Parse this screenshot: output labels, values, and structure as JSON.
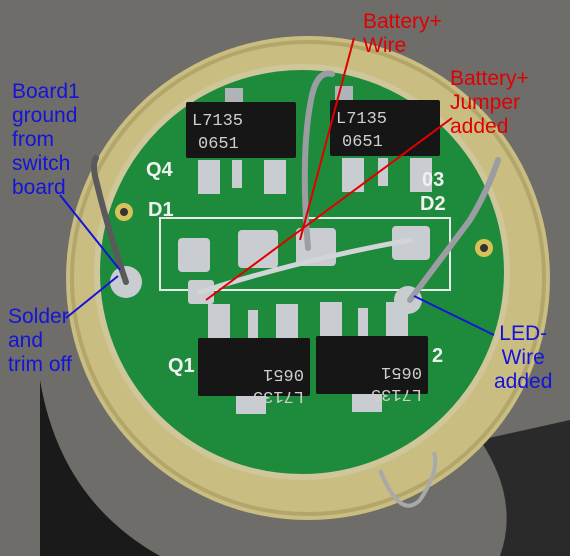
{
  "image": {
    "description_icon": "flashlight-driver-board-photo",
    "colors": {
      "background": "#6f6d69",
      "ring": "#c9bd82",
      "board": "#1e8a3c",
      "chip": "#161616",
      "solder": "#c9ccd0",
      "annotation_red": "#e00000",
      "annotation_blue": "#1414d8"
    }
  },
  "chips": [
    {
      "line1": "L7135",
      "line2": "0651"
    },
    {
      "line1": "L7135",
      "line2": "0651"
    },
    {
      "line1": "L7135",
      "line2": "0651"
    },
    {
      "line1": "L7135",
      "line2": "0651"
    }
  ],
  "silkscreen": {
    "q4": "Q4",
    "d1": "D1",
    "q1": "Q1",
    "q2": "2",
    "q3": "03",
    "d2": "D2"
  },
  "annotations": {
    "board1_ground": "Board1\nground\nfrom\nswitch\nboard",
    "solder_trim": "Solder\nand\ntrim off",
    "led_wire": "LED-\nWire\nadded",
    "battery_wire": "Battery+\nWire",
    "battery_jumper": "Battery+\nJumper\nadded"
  }
}
